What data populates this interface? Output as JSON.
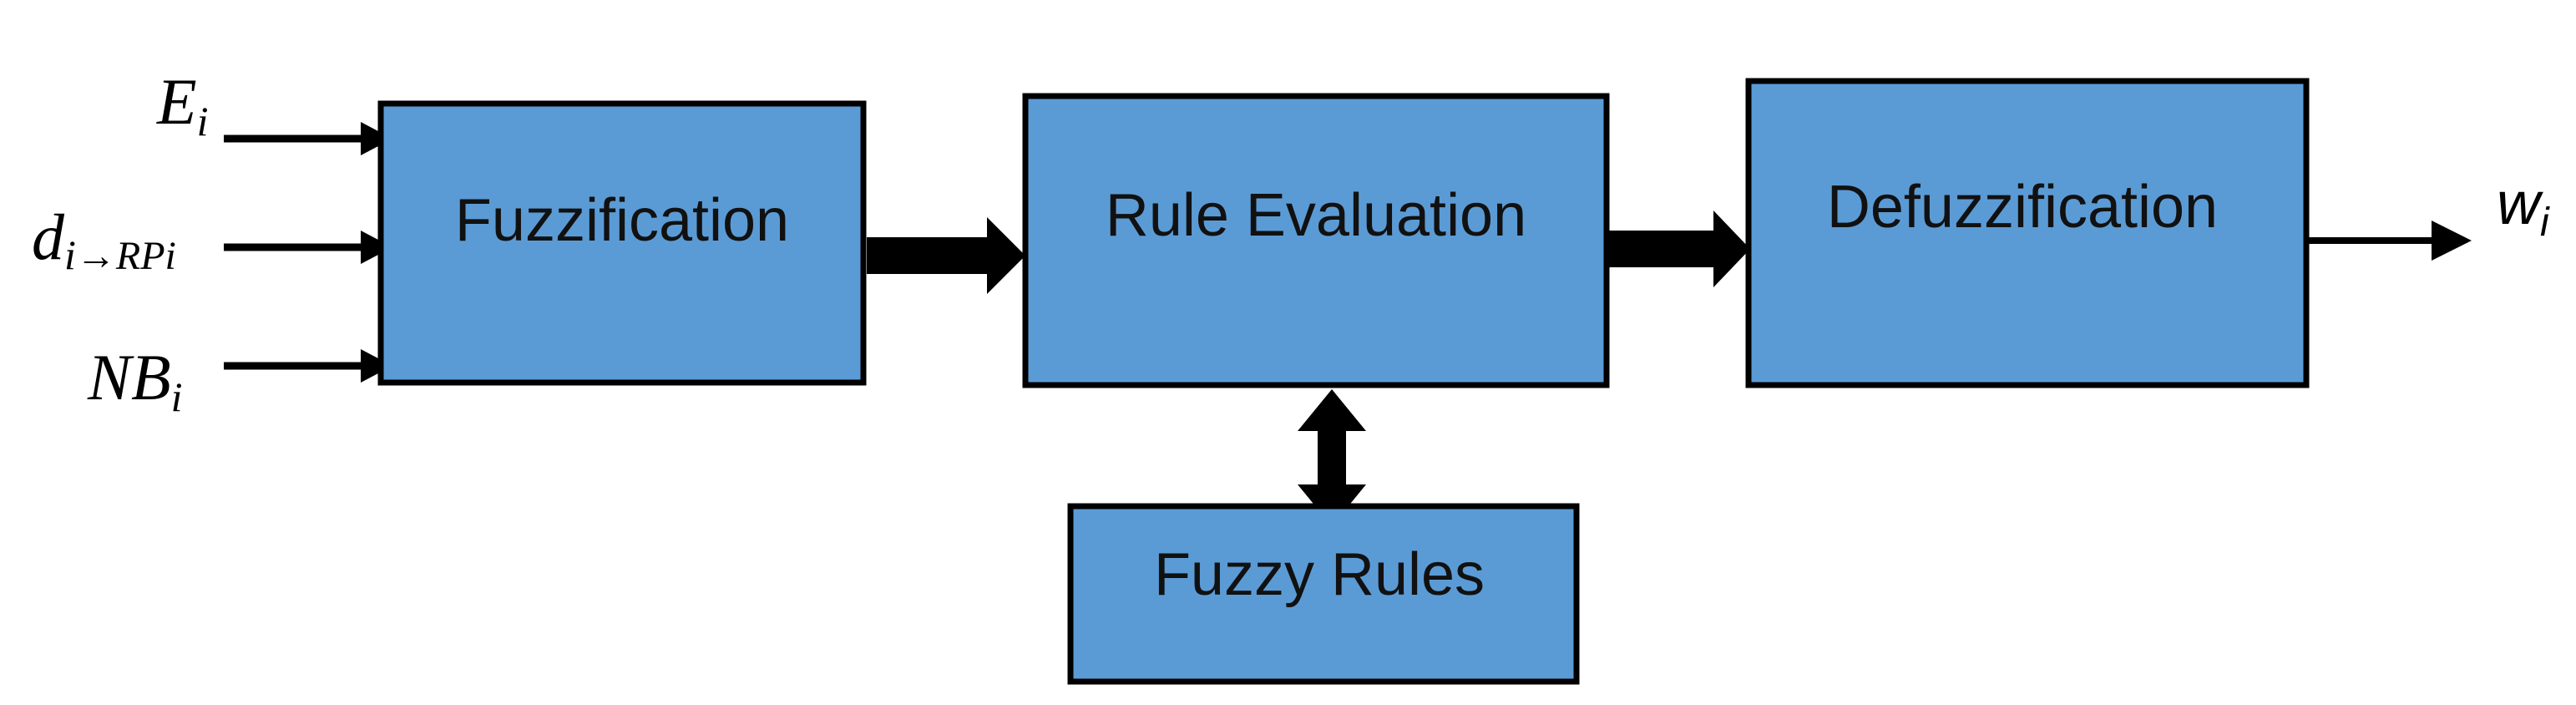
{
  "diagram": {
    "blocks": {
      "fuzzification": "Fuzzification",
      "rule_evaluation": "Rule Evaluation",
      "defuzzification": "Defuzzification",
      "fuzzy_rules": "Fuzzy Rules"
    },
    "inputs": [
      {
        "base": "E",
        "sub": "i"
      },
      {
        "base": "d",
        "sub": "i",
        "arrow": "→",
        "sub2": "RPi"
      },
      {
        "base": "NB",
        "sub": "i"
      }
    ],
    "output": {
      "base": "w",
      "sub": "i"
    }
  },
  "colors": {
    "block_fill": "#5b9bd5",
    "stroke": "#000000"
  }
}
